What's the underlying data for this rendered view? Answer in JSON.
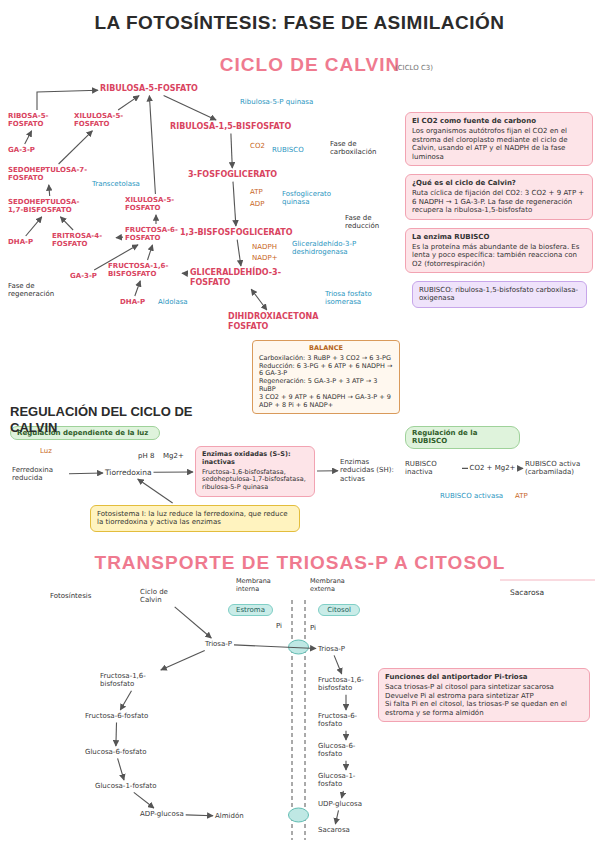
{
  "diagram": {
    "title": "LA FOTOSÍNTESIS: FASE DE ASIMILACIÓN",
    "nodes": [
      {
        "text": [
          "RIBULOSA-5-FOSFATO"
        ]
      },
      {
        "text": [
          "RIBULOSA-1,5-BISFOSFATO"
        ]
      },
      {
        "text": [
          "3-FOSFOGLICERATO"
        ]
      },
      {
        "text": [
          "1,3-BISFOSFOGLICERATO"
        ]
      },
      {
        "text": [
          "GLICERALDEHÍDO-3-FOSFATO"
        ]
      },
      {
        "text": [
          "DIHIDROXIACETONA FOSFATO"
        ]
      },
      {
        "text": [
          "RIBOSA-5-FOSFATO"
        ]
      },
      {
        "text": [
          "XILULOSA-5-FOSFATO"
        ]
      },
      {
        "text": [
          "GA-3-P"
        ]
      },
      {
        "text": [
          "SEDOHEPTULOSA-7-FOSFATO"
        ]
      },
      {
        "text": [
          "SEDOHEPTULOSA-1,7-BISFOSFATO"
        ]
      },
      {
        "text": [
          "DHA-P"
        ]
      },
      {
        "text": [
          "ERITROSA-4-FOSFATO"
        ]
      },
      {
        "text": [
          "XILULOSA-5-FOSFATO"
        ]
      },
      {
        "text": [
          "FRUCTOSA-6-FOSFATO"
        ]
      },
      {
        "text": [
          "GA-3-P"
        ]
      },
      {
        "text": [
          "FRUCTOSA-1,6-BISFOSFATO"
        ]
      },
      {
        "text": [
          "DHA-P"
        ]
      },
      {
        "text": [
          "El CO2 como fuente de carbono",
          "Los organismos autótrofos fijan el CO2 en el estroma del cloroplasto mediante el ciclo de Calvin, usando el ATP y el NADPH de la fase luminosa"
        ]
      },
      {
        "text": [
          "¿Qué es el ciclo de Calvin?",
          "Ruta cíclica de fijación del CO2: 3 CO2 + 9 ATP + 6 NADPH → 1 GA-3-P. La fase de regeneración recupera la ribulosa-1,5-bisfosfato"
        ]
      },
      {
        "text": [
          "La enzima RUBISCO",
          "Es la proteína más abundante de la biosfera. Es lenta y poco específica: también reacciona con O2 (fotorrespiración)"
        ]
      },
      {
        "text": [
          "RUBISCO: ribulosa-1,5-bisfosfato carboxilasa-oxigenasa"
        ]
      },
      {
        "text": [
          "BALANCE",
          "Carboxilación: 3 RuBP + 3 CO2 → 6 3-PG",
          "Reducción: 6 3-PG + 6 ATP + 6 NADPH → 6 GA-3-P",
          "Regeneración: 5 GA-3-P + 3 ATP → 3 RuBP",
          "3 CO2 + 9 ATP + 6 NADPH → GA-3-P + 9 ADP + 8 Pi + 6 NADP+"
        ]
      },
      {
        "text": [
          "Regulación dependiente de la luz"
        ]
      },
      {
        "text": [
          "Ferredoxina reducida"
        ]
      },
      {
        "text": [
          "Tiorredoxina"
        ]
      },
      {
        "text": [
          "Enzimas oxidadas (S–S): inactivas",
          "Fructosa-1,6-bisfosfatasa, sedoheptulosa-1,7-bisfosfatasa, ribulosa-5-P quinasa"
        ]
      },
      {
        "text": [
          "Enzimas reducidas (SH): activas"
        ]
      },
      {
        "text": [
          "Fotosistema I: la luz reduce la ferredoxina, que reduce la tiorredoxina y activa las enzimas"
        ]
      },
      {
        "text": [
          "Regulación de la RUBISCO"
        ]
      },
      {
        "text": [
          "RUBISCO inactiva"
        ]
      },
      {
        "text": [
          "RUBISCO activa (carbamilada)"
        ]
      },
      {
        "text": [
          "Ciclo de Calvin"
        ]
      },
      {
        "text": [
          "Estroma"
        ]
      },
      {
        "text": [
          "Citosol"
        ]
      },
      {
        "text": [
          "Triosa-P"
        ]
      },
      {
        "text": [
          "Fructosa-1,6-bisfosfato"
        ]
      },
      {
        "text": [
          "Fructosa-6-fosfato"
        ]
      },
      {
        "text": [
          "Glucosa-6-fosfato"
        ]
      },
      {
        "text": [
          "Glucosa-1-fosfato"
        ]
      },
      {
        "text": [
          "ADP-glucosa"
        ]
      },
      {
        "text": [
          "Almidón"
        ]
      },
      {
        "text": [
          "Triosa-P"
        ]
      },
      {
        "text": [
          "Fructosa-1,6-bisfosfato"
        ]
      },
      {
        "text": [
          "Fructosa-6-fosfato"
        ]
      },
      {
        "text": [
          "Glucosa-6-fosfato"
        ]
      },
      {
        "text": [
          "Glucosa-1-fosfato"
        ]
      },
      {
        "text": [
          "UDP-glucosa"
        ]
      },
      {
        "text": [
          "Sacarosa"
        ]
      },
      {
        "text": [
          "Funciones del antiportador Pi-triosa",
          "Saca triosas-P al citosol para sintetizar sacarosa",
          "Devuelve Pi al estroma para sintetizar ATP",
          "Si falta Pi en el citosol, las triosas-P se quedan en el estroma y se forma almidón"
        ]
      }
    ],
    "edges": [
      {
        "from": 0,
        "to": 1,
        "arrow": "to"
      },
      {
        "from": 1,
        "to": 2,
        "arrow": "to"
      },
      {
        "from": 2,
        "to": 3,
        "arrow": "to"
      },
      {
        "from": 3,
        "to": 4,
        "arrow": "to"
      },
      {
        "from": 4,
        "to": 5,
        "arrow": "both"
      },
      {
        "from": 4,
        "to": 16,
        "arrow": "to"
      },
      {
        "from": 17,
        "to": 16,
        "arrow": "to"
      },
      {
        "from": 16,
        "to": 14,
        "arrow": "to"
      },
      {
        "from": 15,
        "to": 14,
        "arrow": "to"
      },
      {
        "from": 14,
        "to": 13,
        "arrow": "to"
      },
      {
        "from": 14,
        "to": 12,
        "arrow": "to"
      },
      {
        "from": 12,
        "to": 10,
        "arrow": "to"
      },
      {
        "from": 11,
        "to": 10,
        "arrow": "to"
      },
      {
        "from": 10,
        "to": 9,
        "arrow": "to"
      },
      {
        "from": 9,
        "to": 7,
        "arrow": "to"
      },
      {
        "from": 8,
        "to": 6,
        "arrow": "to"
      },
      {
        "from": 6,
        "to": 0,
        "arrow": "to"
      },
      {
        "from": 7,
        "to": 0,
        "arrow": "to"
      },
      {
        "from": 13,
        "to": 0,
        "arrow": "to"
      },
      {
        "from": 24,
        "to": 25,
        "arrow": "to"
      },
      {
        "from": 25,
        "to": 26,
        "arrow": "to"
      },
      {
        "from": 26,
        "to": 27,
        "arrow": "to"
      },
      {
        "from": 28,
        "to": 25,
        "arrow": "to"
      },
      {
        "from": 30,
        "to": 31,
        "label": "CO2 + Mg2+",
        "arrow": "to"
      },
      {
        "from": 32,
        "to": 35,
        "arrow": "to"
      },
      {
        "from": 35,
        "to": 42,
        "arrow": "to"
      },
      {
        "from": 35,
        "to": 36,
        "arrow": "to"
      },
      {
        "from": 36,
        "to": 37,
        "arrow": "to"
      },
      {
        "from": 37,
        "to": 38,
        "arrow": "to"
      },
      {
        "from": 38,
        "to": 39,
        "arrow": "to"
      },
      {
        "from": 39,
        "to": 40,
        "arrow": "to"
      },
      {
        "from": 40,
        "to": 41,
        "arrow": "to"
      },
      {
        "from": 42,
        "to": 43,
        "arrow": "to"
      },
      {
        "from": 43,
        "to": 44,
        "arrow": "to"
      },
      {
        "from": 44,
        "to": 45,
        "arrow": "to"
      },
      {
        "from": 45,
        "to": 46,
        "arrow": "to"
      },
      {
        "from": 46,
        "to": 47,
        "arrow": "to"
      },
      {
        "from": 47,
        "to": 48,
        "arrow": "to"
      }
    ],
    "labels": [
      "CICLO DE CALVIN",
      "(CICLO C3)",
      "CO2",
      "RUBISCO",
      "Fase de carboxilación",
      "ATP",
      "ADP",
      "Fosfoglicerato quinasa",
      "Fase de reducción",
      "NADPH",
      "NADP+",
      "Gliceraldehído-3-P deshidrogenasa",
      "Triosa fosfato isomerasa",
      "Ribulosa-5-P quinasa",
      "Aldolasa",
      "Transcetolasa",
      "Fase de regeneración",
      "REGULACIÓN DEL CICLO DE CALVIN",
      "Luz",
      "pH 8",
      "Mg2+",
      "RUBISCO activasa",
      "ATP",
      "TRANSPORTE DE TRIOSAS-P A CITOSOL",
      "Fotosíntesis",
      "Membrana interna",
      "Membrana externa",
      "Sacarosa",
      "Pi",
      "Pi"
    ]
  }
}
